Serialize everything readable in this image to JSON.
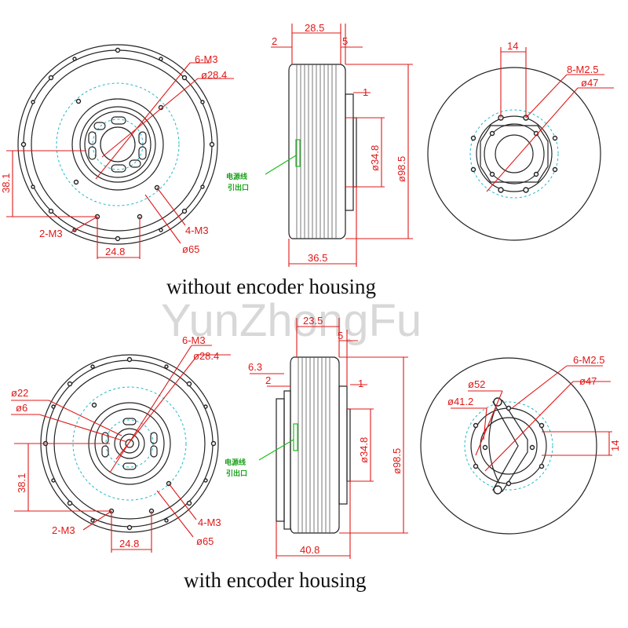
{
  "watermark": "YunZhongFu",
  "captions": {
    "top": "without encoder housing",
    "bottom": "with encoder housing"
  },
  "cable_label": {
    "line1": "电源线",
    "line2": "引出口"
  },
  "top": {
    "front": {
      "holes6": "6-M3",
      "dia_inner": "ø28.4",
      "holes2": "2-M3",
      "holes4": "4-M3",
      "dia_outer": "ø65",
      "height": "38.1",
      "width": "24.8"
    },
    "side": {
      "width_top": "28.5",
      "offset_left": "2",
      "offset_right": "5",
      "step": "1",
      "dia_hub": "ø34.8",
      "dia_body": "ø98.5",
      "width_bottom": "36.5"
    },
    "back": {
      "spacing": "14",
      "holes": "8-M2.5",
      "dia": "ø47"
    }
  },
  "bottom": {
    "front": {
      "holes6": "6-M3",
      "dia_inner": "ø28.4",
      "dia_22": "ø22",
      "dia_6": "ø6",
      "height": "38.1",
      "holes2": "2-M3",
      "width": "24.8",
      "holes4": "4-M3",
      "dia_outer": "ø65"
    },
    "side": {
      "width_top": "23.5",
      "offset_right": "5",
      "offset_63": "6.3",
      "offset_left": "2",
      "step": "1",
      "dia_hub": "ø34.8",
      "dia_body": "ø98.5",
      "width_bottom": "40.8"
    },
    "back": {
      "holes": "6-M2.5",
      "dia_52": "ø52",
      "dia_47": "ø47",
      "dia_412": "ø41.2",
      "spacing": "14"
    }
  }
}
